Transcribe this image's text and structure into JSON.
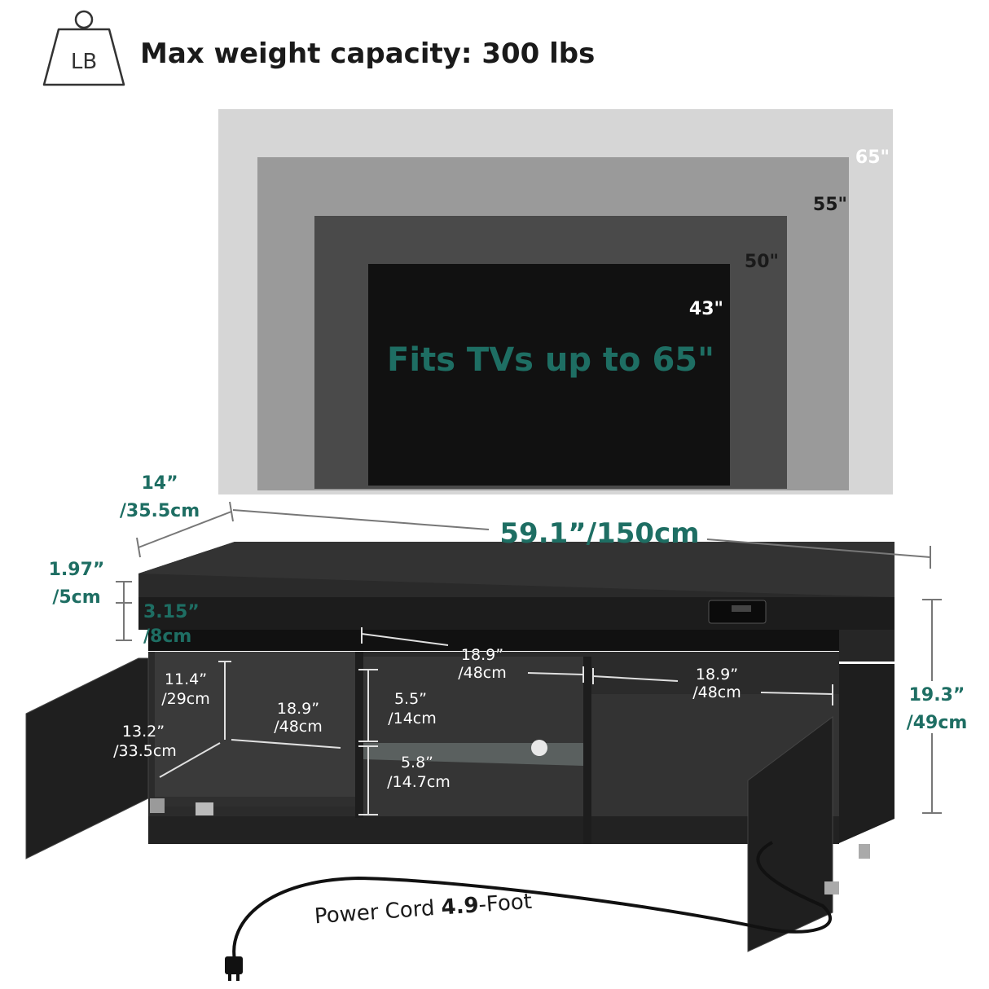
{
  "header": {
    "weight_icon_text": "LB",
    "title": "Max weight capacity: 300 lbs"
  },
  "tv_sizes": {
    "size_65": "65\"",
    "size_55": "55\"",
    "size_50": "50\"",
    "size_43": "43\"",
    "headline": "Fits TVs up to 65\""
  },
  "dimensions": {
    "depth_in": "14”",
    "depth_cm": "/35.5cm",
    "width": "59.1”/150cm",
    "top_thickness_in": "1.97”",
    "top_thickness_cm": "/5cm",
    "gap_in": "3.15”",
    "gap_cm": "/8cm",
    "height_in": "19.3”",
    "height_cm": "/49cm",
    "left_cab_height_in": "11.4”",
    "left_cab_height_cm": "/29cm",
    "left_cab_width_in": "18.9”",
    "left_cab_width_cm": "/48cm",
    "left_cab_depth_in": "13.2”",
    "left_cab_depth_cm": "/33.5cm",
    "mid_width_in": "18.9”",
    "mid_width_cm": "/48cm",
    "right_width_in": "18.9”",
    "right_width_cm": "/48cm",
    "mid_upper_in": "5.5”",
    "mid_upper_cm": "/14cm",
    "mid_lower_in": "5.8”",
    "mid_lower_cm": "/14.7cm"
  },
  "power_cord": {
    "prefix": "Power Cord ",
    "length": "4.9",
    "suffix": "-Foot"
  },
  "colors": {
    "accent_teal": "#1e6e63",
    "tv_65": "#d6d6d6",
    "tv_55": "#9a9a9a",
    "tv_50": "#4a4a4a",
    "tv_43": "#111111",
    "furniture": "#262626"
  }
}
